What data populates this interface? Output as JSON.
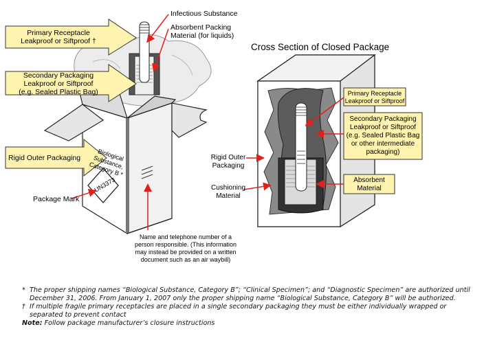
{
  "left_diagram": {
    "callouts": {
      "primary": [
        "Primary Receptacle",
        "Leakproof or Siftproof †"
      ],
      "secondary": [
        "Secondary Packaging",
        "Leakproof or Siftproof",
        "(e.g. Sealed Plastic Bag)"
      ],
      "outer": "Rigid Outer Packaging"
    },
    "labels": {
      "infectious": "Infectious Substance",
      "absorbent": [
        "Absorbent Packing",
        "Material (for liquids)"
      ],
      "package_mark": "Package Mark",
      "responsible": [
        "Name and telephone number of a",
        "person responsible. (This information",
        "may instead be provided on a written",
        "document such as an air waybill)"
      ]
    },
    "box_text": {
      "bio": [
        "Biological",
        "Substance,",
        "Category B *"
      ],
      "un": "UN3373"
    }
  },
  "right_diagram": {
    "title": "Cross Section of Closed Package",
    "boxes": {
      "primary": [
        "Primary Receptacle",
        "Leakproof or Siftproof"
      ],
      "secondary": [
        "Secondary Packaging",
        "Leakproof or Siftproof",
        "(e.g. Sealed Plastic Bag",
        "or other intermediate",
        "packaging)"
      ],
      "absorbent": [
        "Absorbent",
        "Material"
      ]
    },
    "labels": {
      "outer": [
        "Rigid Outer",
        "Packaging"
      ],
      "cushion": [
        "Cushioning",
        "Material"
      ]
    }
  },
  "notes": [
    {
      "mark": "*",
      "text": "The proper shipping names “Biological Substance, Category B”; “Clinical Specimen”; and “Diagnostic Specimen” are authorized until December 31, 2006. From January 1, 2007 only the proper shipping name “Biological Substance, Category B” will be authorized."
    },
    {
      "mark": "†",
      "text": "If multiple fragile primary receptacles are placed in a single secondary packaging they must be either individually wrapped or separated to prevent contact"
    }
  ],
  "note_label": "Note:",
  "note_text": " Follow package manufacturer’s closure instructions",
  "colors": {
    "callout_fill": "#fff3b0",
    "arrow_red": "#e0201c",
    "dark_gray": "#444444",
    "mid_gray": "#888888"
  }
}
